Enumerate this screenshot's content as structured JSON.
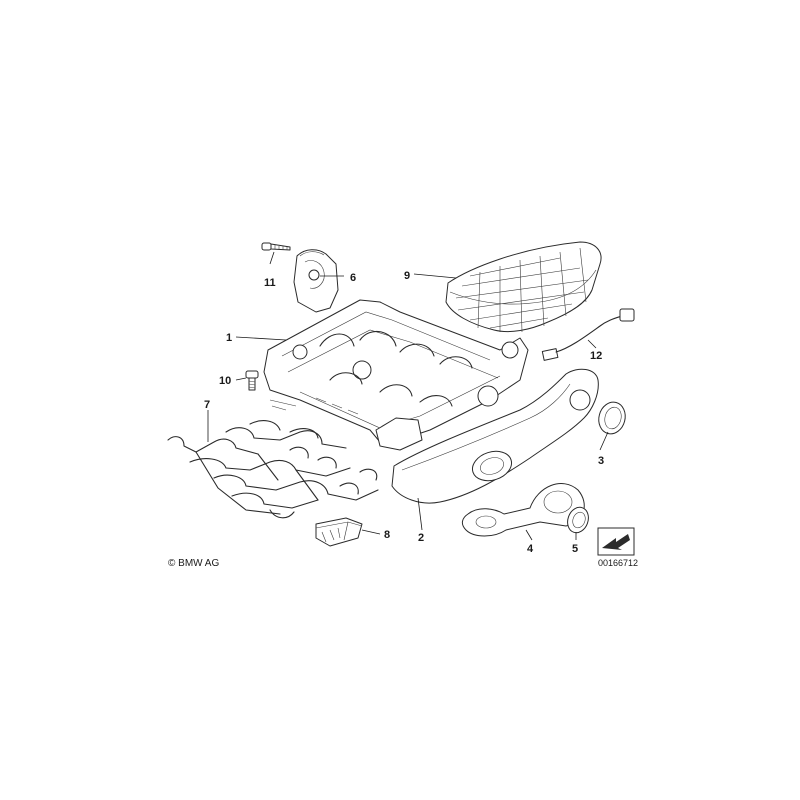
{
  "diagram": {
    "callouts": [
      {
        "id": "c11",
        "text": "11"
      },
      {
        "id": "c6",
        "text": "6"
      },
      {
        "id": "c9",
        "text": "9"
      },
      {
        "id": "c1",
        "text": "1"
      },
      {
        "id": "c12",
        "text": "12"
      },
      {
        "id": "c10",
        "text": "10"
      },
      {
        "id": "c7",
        "text": "7"
      },
      {
        "id": "c3",
        "text": "3"
      },
      {
        "id": "c8",
        "text": "8"
      },
      {
        "id": "c2",
        "text": "2"
      },
      {
        "id": "c4",
        "text": "4"
      },
      {
        "id": "c5",
        "text": "5"
      }
    ],
    "copyright": "© BMW AG",
    "image_number": "00166712"
  }
}
